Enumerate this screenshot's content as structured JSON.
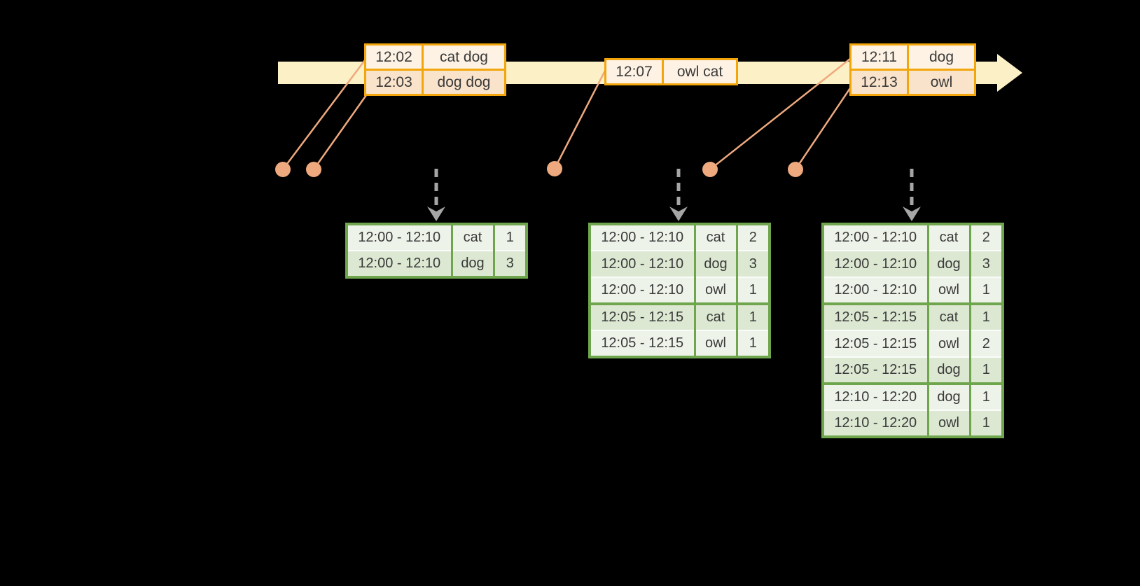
{
  "palette": {
    "background": "#000000",
    "timeline_fill": "#fcf0c6",
    "event_border": "#f2a60b",
    "event_row_a": "#fae3cb",
    "event_row_b": "#fdf2e3",
    "connector": "#efa97e",
    "result_border": "#6fa64d",
    "result_row_a": "#dce8d2",
    "result_row_b": "#eef3ea",
    "row_sep": "#fbfcf9",
    "trigger_arrow": "#a6a6a6",
    "text": "#3a3a3a"
  },
  "icons": {
    "timeline-arrowhead-icon": "css-triangle-right",
    "trigger-arrow-icon": "dashed-down-arrow-chevron",
    "event-dot": "filled-circle"
  },
  "timeline": {
    "batches": [
      {
        "events": [
          {
            "time": "12:02",
            "words": "cat dog"
          },
          {
            "time": "12:03",
            "words": "dog dog"
          }
        ]
      },
      {
        "events": [
          {
            "time": "12:07",
            "words": "owl cat"
          }
        ]
      },
      {
        "events": [
          {
            "time": "12:11",
            "words": "dog"
          },
          {
            "time": "12:13",
            "words": "owl"
          }
        ]
      }
    ]
  },
  "result_tables": [
    {
      "rows": [
        {
          "window": "12:00 - 12:10",
          "word": "cat",
          "count": "1"
        },
        {
          "window": "12:00 - 12:10",
          "word": "dog",
          "count": "3"
        }
      ]
    },
    {
      "rows": [
        {
          "window": "12:00 - 12:10",
          "word": "cat",
          "count": "2"
        },
        {
          "window": "12:00 - 12:10",
          "word": "dog",
          "count": "3"
        },
        {
          "window": "12:00 - 12:10",
          "word": "owl",
          "count": "1"
        },
        {
          "window": "12:05 - 12:15",
          "word": "cat",
          "count": "1"
        },
        {
          "window": "12:05 - 12:15",
          "word": "owl",
          "count": "1"
        }
      ]
    },
    {
      "rows": [
        {
          "window": "12:00 - 12:10",
          "word": "cat",
          "count": "2"
        },
        {
          "window": "12:00 - 12:10",
          "word": "dog",
          "count": "3"
        },
        {
          "window": "12:00 - 12:10",
          "word": "owl",
          "count": "1"
        },
        {
          "window": "12:05 - 12:15",
          "word": "cat",
          "count": "1"
        },
        {
          "window": "12:05 - 12:15",
          "word": "owl",
          "count": "2"
        },
        {
          "window": "12:05 - 12:15",
          "word": "dog",
          "count": "1"
        },
        {
          "window": "12:10 - 12:20",
          "word": "dog",
          "count": "1"
        },
        {
          "window": "12:10 - 12:20",
          "word": "owl",
          "count": "1"
        }
      ]
    }
  ]
}
